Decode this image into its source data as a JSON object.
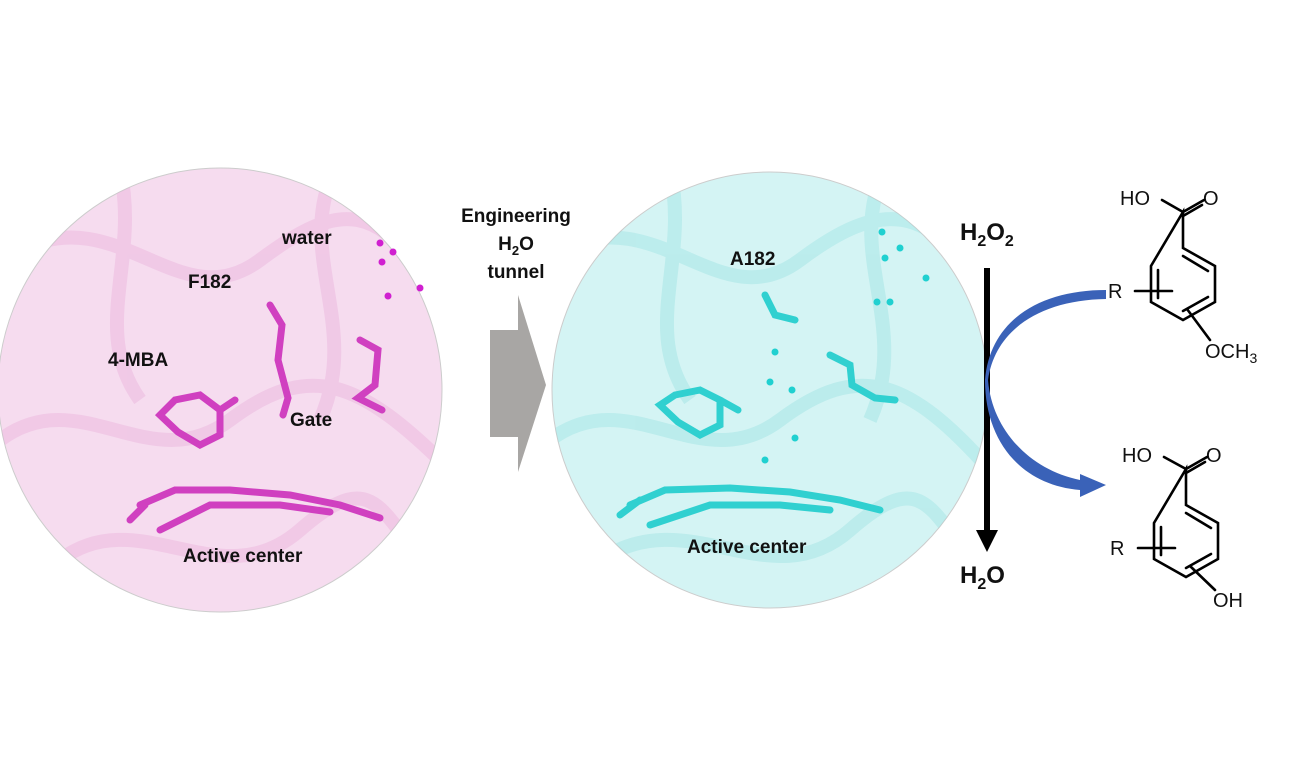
{
  "left_panel": {
    "labels": {
      "water": "water",
      "residue": "F182",
      "substrate": "4-MBA",
      "gate": "Gate",
      "active": "Active center"
    },
    "color": "#d040c0",
    "background_tint": "#f6dcef"
  },
  "transition_arrow": {
    "line1": "Engineering",
    "line2_main": "H",
    "line2_sub": "2",
    "line2_end": "O",
    "line3": "tunnel",
    "color": "#a8a6a4"
  },
  "right_panel": {
    "labels": {
      "residue": "A182",
      "active": "Active center"
    },
    "color": "#30d0d0",
    "background_tint": "#d4f4f4"
  },
  "reaction": {
    "reactant": {
      "h": "H",
      "sub1": "2",
      "o": "O",
      "sub2": "2"
    },
    "product": {
      "h": "H",
      "sub": "2",
      "o": "O"
    },
    "curved_arrow_color": "#3a62b8"
  },
  "substrate": {
    "acid": "HO",
    "carbonyl": "O",
    "r": "R",
    "group": "OCH",
    "group_sub": "3"
  },
  "product_molecule": {
    "acid": "HO",
    "carbonyl": "O",
    "r": "R",
    "group": "OH"
  }
}
